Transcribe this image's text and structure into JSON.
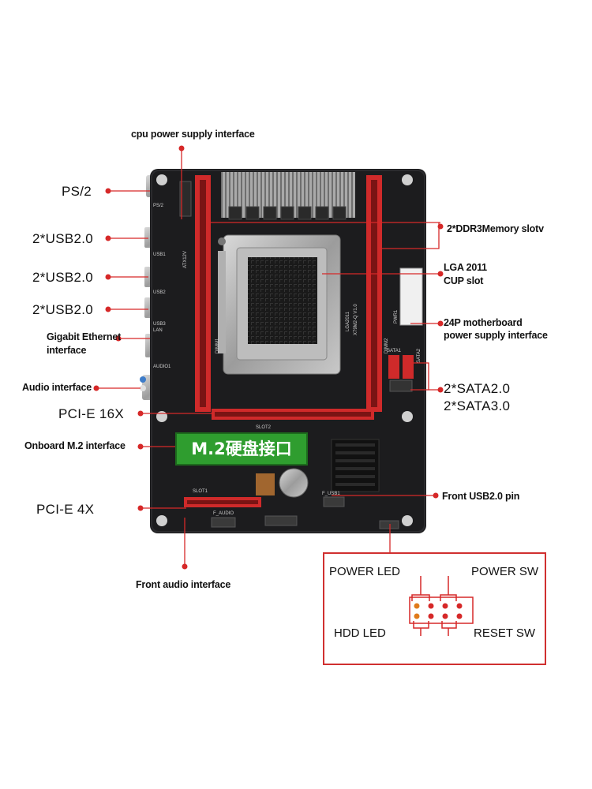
{
  "labels": {
    "cpu_power": "cpu power supply interface",
    "ps2": "PS/2",
    "usb_a": "2*USB2.0",
    "usb_b": "2*USB2.0",
    "usb_c": "2*USB2.0",
    "gigabit_line1": "Gigabit Ethernet",
    "gigabit_line2": "interface",
    "audio": "Audio interface",
    "pcie16": "PCI-E 16X",
    "m2_onboard": "Onboard M.2 interface",
    "pcie4": "PCI-E 4X",
    "front_audio": "Front audio interface",
    "ddr3": "2*DDR3Memory slotv",
    "lga_line1": "LGA 2011",
    "lga_line2": "CUP slot",
    "power24_line1": "24P motherboard",
    "power24_line2": "power supply interface",
    "sata2": "2*SATA2.0",
    "sata3": "2*SATA3.0",
    "front_usb": "Front USB2.0 pin"
  },
  "board_text": {
    "m2_banner": "M.2硬盘接口",
    "chipset_line1": "LGA2011",
    "chipset_line2": "X79M2-Q V1.0",
    "slot2": "SLOT2",
    "slot1": "SLOT1",
    "ps2_silk": "PS/2",
    "usb1_silk": "USB1",
    "usb2_silk": "USB2",
    "usb3_silk": "USB3",
    "lan_silk": "LAN",
    "audio_silk": "AUDIO1",
    "dimm1": "DIMM1",
    "dimm2": "DIMM2",
    "sata1": "SATA1",
    "sata2": "SATA2",
    "atx_silk": "ATX12V",
    "pwr_silk": "PWR1",
    "faudio": "F_AUDIO",
    "fusb": "F_USB1"
  },
  "panel": {
    "power_led": "POWER LED",
    "power_sw": "POWER SW",
    "hdd_led": "HDD  LED",
    "reset_sw": "RESET SW"
  },
  "colors": {
    "accent": "#d62828",
    "pcb": "#1c1c1e",
    "slot_red": "#cf2a2a",
    "m2_green": "#2f9d2f"
  }
}
